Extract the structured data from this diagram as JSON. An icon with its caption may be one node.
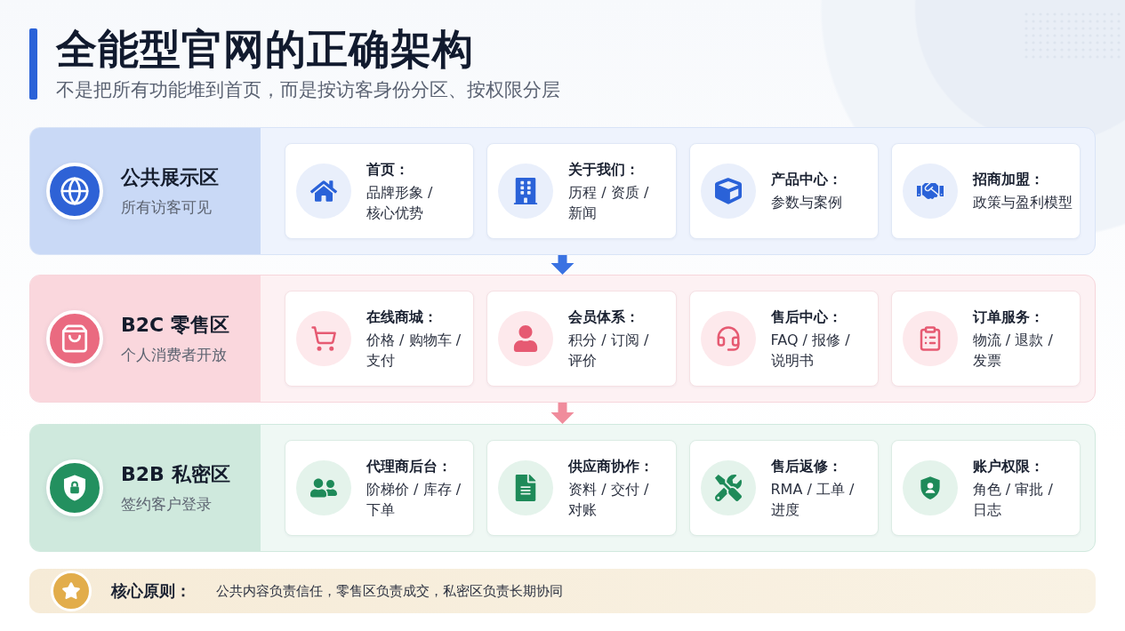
{
  "diagram": {
    "title": "全能型官网的正确架构",
    "nodes": [
      {
        "text": [
          "公共展示区",
          "所有访客可见"
        ]
      },
      {
        "text": [
          "首页：",
          "品牌形象 / 核心优势"
        ],
        "in": 0
      },
      {
        "text": [
          "关于我们：",
          "历程 / 资质 / 新闻"
        ],
        "in": 0
      },
      {
        "text": [
          "产品中心：",
          "参数与案例"
        ],
        "in": 0
      },
      {
        "text": [
          "招商加盟：",
          "政策与盈利模型"
        ],
        "in": 0
      },
      {
        "text": [
          "B2C 零售区",
          "个人消费者开放"
        ]
      },
      {
        "text": [
          "在线商城：",
          "价格 / 购物车 / 支付"
        ],
        "in": 5
      },
      {
        "text": [
          "会员体系：",
          "积分 / 订阅 / 评价"
        ],
        "in": 5
      },
      {
        "text": [
          "售后中心：",
          "FAQ / 报修 / 说明书"
        ],
        "in": 5
      },
      {
        "text": [
          "订单服务：",
          "物流 / 退款 / 发票"
        ],
        "in": 5
      },
      {
        "text": [
          "B2B 私密区",
          "签约客户登录"
        ]
      },
      {
        "text": [
          "代理商后台：",
          "阶梯价 / 库存 / 下单"
        ],
        "in": 10
      },
      {
        "text": [
          "供应商协作：",
          "资料 / 交付 / 对账"
        ],
        "in": 10
      },
      {
        "text": [
          "售后返修：",
          "RMA / 工单 / 进度"
        ],
        "in": 10
      },
      {
        "text": [
          "账户权限：",
          "角色 / 审批 / 日志"
        ],
        "in": 10
      },
      {
        "text": [
          "核心原则：",
          "公共内容负责信任，零售区负责成交，私密区负责长期协同"
        ]
      }
    ],
    "edges": [
      {
        "from": 0,
        "to": 5,
        "arrow": "to",
        "color": "#3a72e2"
      },
      {
        "from": 5,
        "to": 10,
        "arrow": "to",
        "color": "#f08c9c"
      }
    ],
    "labels": [
      "不是把所有功能堆到首页，而是按访客身份分区、按权限分层"
    ]
  }
}
